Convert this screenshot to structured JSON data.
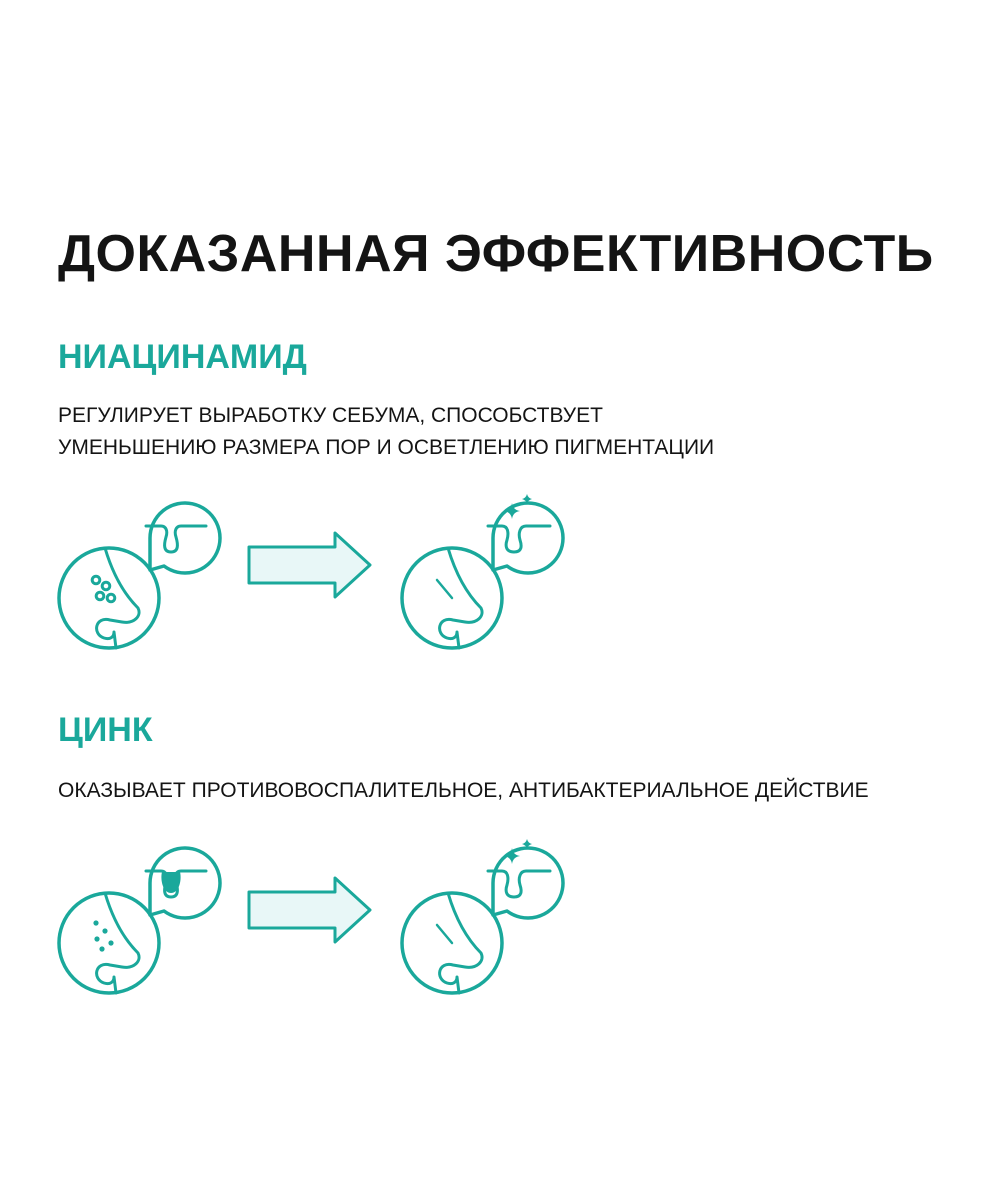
{
  "title": "ДОКАЗАННАЯ ЭФФЕКТИВНОСТЬ",
  "colors": {
    "accent": "#1aa89b",
    "arrow_fill": "#e8f7f7",
    "text": "#141414"
  },
  "sections": [
    {
      "heading": "НИАЦИНАМИД",
      "description_lines": [
        "РЕГУЛИРУЕТ ВЫРАБОТКУ СЕБУМА, СПОСОБСТВУЕТ",
        "УМЕНЬШЕНИЮ РАЗМЕРА ПОР И ОСВЕТЛЕНИЮ ПИГМЕНТАЦИИ"
      ],
      "illustration": {
        "before_icon": "nose-enlarged-pores-icon",
        "before_detail_icon": "open-pore-icon",
        "arrow_icon": "arrow-right-icon",
        "after_icon": "nose-clear-skin-icon",
        "after_detail_icon": "sparkle-pore-icon"
      }
    },
    {
      "heading": "ЦИНК",
      "description_lines": [
        "ОКАЗЫВАЕТ ПРОТИВОВОСПАЛИТЕЛЬНОЕ, АНТИБАКТЕРИАЛЬНОЕ ДЕЙСТВИЕ"
      ],
      "illustration": {
        "before_icon": "nose-inflamed-skin-icon",
        "before_detail_icon": "clogged-pore-icon",
        "arrow_icon": "arrow-right-icon",
        "after_icon": "nose-clear-skin-icon",
        "after_detail_icon": "sparkle-pore-icon"
      }
    }
  ]
}
